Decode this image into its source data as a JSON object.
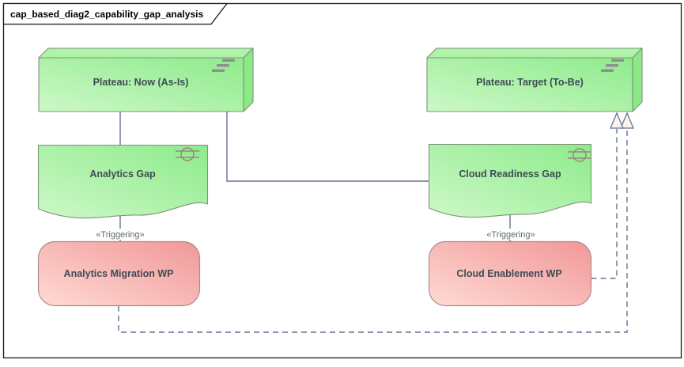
{
  "frame": {
    "title": "cap_based_diag2_capability_gap_analysis"
  },
  "nodes": {
    "plateau_now": {
      "label": "Plateau: Now (As-Is)",
      "shape": "plateau-3d-box",
      "fill": "green"
    },
    "plateau_target": {
      "label": "Plateau: Target (To-Be)",
      "shape": "plateau-3d-box",
      "fill": "green"
    },
    "analytics_gap": {
      "label": "Analytics Gap",
      "shape": "gap-document",
      "fill": "green"
    },
    "cloud_readiness_gap": {
      "label": "Cloud Readiness Gap",
      "shape": "gap-document",
      "fill": "green"
    },
    "analytics_migration_wp": {
      "label": "Analytics Migration WP",
      "shape": "rounded-rect",
      "fill": "red"
    },
    "cloud_enablement_wp": {
      "label": "Cloud Enablement WP",
      "shape": "rounded-rect",
      "fill": "red"
    }
  },
  "connectors": [
    {
      "from": "plateau_now",
      "to": "analytics_gap",
      "style": "solid",
      "stereotype": ""
    },
    {
      "from": "plateau_now",
      "to": "cloud_readiness_gap",
      "style": "solid",
      "stereotype": ""
    },
    {
      "from": "analytics_gap",
      "to": "analytics_migration_wp",
      "style": "solid",
      "stereotype": "«Triggering»"
    },
    {
      "from": "cloud_readiness_gap",
      "to": "cloud_enablement_wp",
      "style": "solid",
      "stereotype": "«Triggering»"
    },
    {
      "from": "analytics_migration_wp",
      "to": "plateau_target",
      "style": "dashed",
      "arrowhead": "hollow-triangle"
    },
    {
      "from": "cloud_enablement_wp",
      "to": "plateau_target",
      "style": "dashed",
      "arrowhead": "hollow-triangle"
    }
  ],
  "icons": {
    "plateau": "plateau-layers-icon",
    "gap": "gap-circle-icon"
  },
  "colors": {
    "node_green_light": "#cdf8c7",
    "node_green_dark": "#8deb8b",
    "node_green_top": "#aef3a8",
    "node_green_side": "#8be986",
    "node_green_border": "#7f917c",
    "node_red_light": "#ffdad4",
    "node_red_dark": "#f19898",
    "node_red_border": "#a98d8d",
    "connector": "#64748f",
    "node_text": "#3e4c56",
    "stereotype_text": "#5d6b6b",
    "frame_border": "#1a1a1a"
  }
}
